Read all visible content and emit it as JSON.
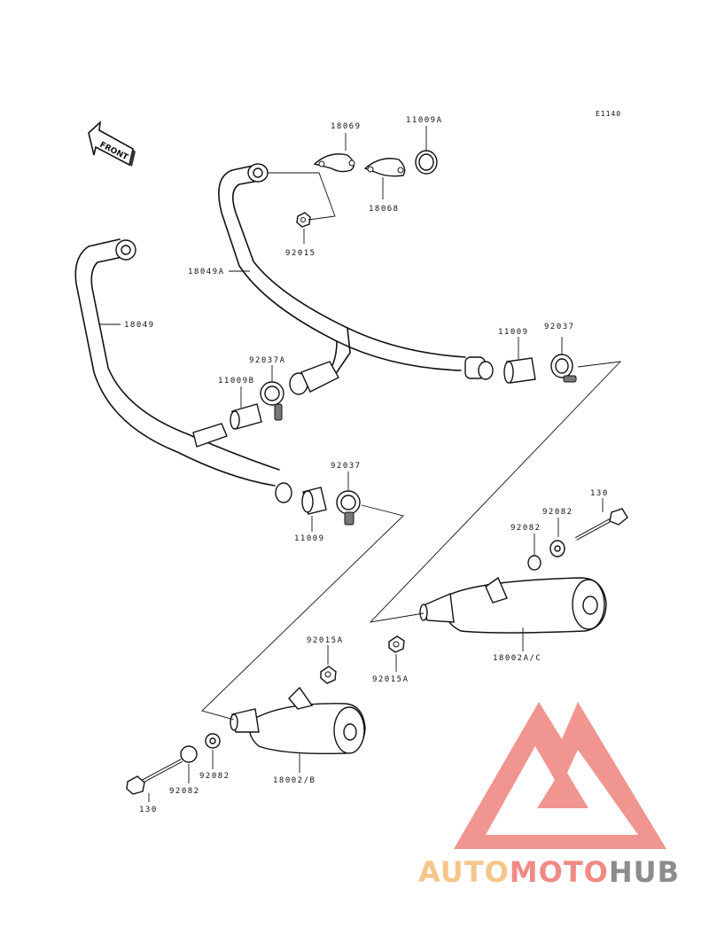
{
  "diagram": {
    "ref_code": "E1140",
    "front_label": "FRONT",
    "labels": {
      "p18069": "18069",
      "p11009A": "11009A",
      "p18068": "18068",
      "p92015": "92015",
      "p18049A": "18049A",
      "p18049": "18049",
      "p11009_top": "11009",
      "p92037_top": "92037",
      "p92037A": "92037A",
      "p11009B": "11009B",
      "p92037_mid": "92037",
      "p11009_mid": "11009",
      "p130_right": "130",
      "p92082_r1": "92082",
      "p92082_r2": "92082",
      "p18002AC": "18002A/C",
      "p92015A_r": "92015A",
      "p92015A_l": "92015A",
      "p18002B": "18002/B",
      "p92082_l1": "92082",
      "p92082_l2": "92082",
      "p130_left": "130"
    }
  },
  "watermark": {
    "part1": "AUTO",
    "part2": "MOTO",
    "part3": "HUB",
    "colors": {
      "auto": "#f6c58a",
      "moto": "#f08a84",
      "hub": "#8c8c8c",
      "triangle": "#f08a84"
    }
  }
}
